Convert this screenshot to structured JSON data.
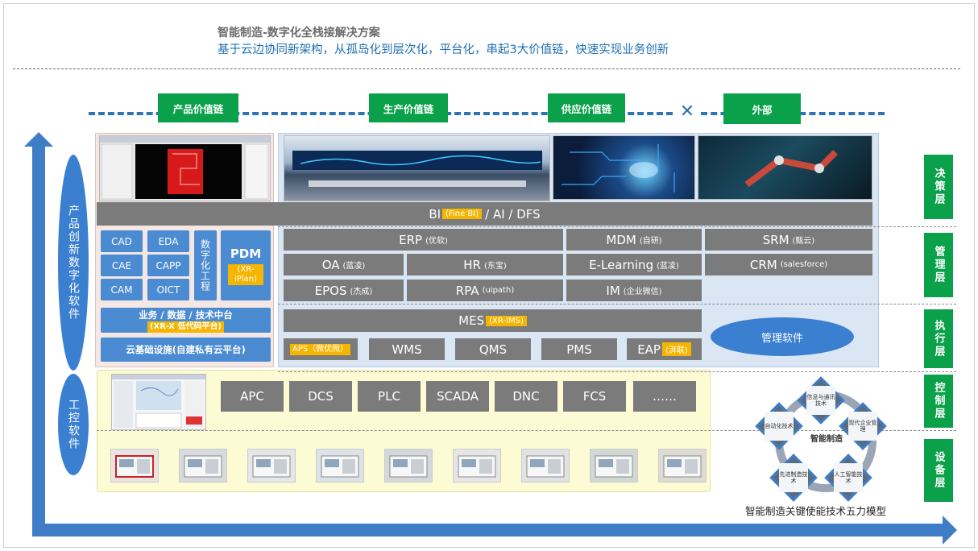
{
  "header": {
    "title": "智能制造-数字化全栈接解决方案",
    "subtitle": "基于云边协同新架构，从孤岛化到层次化，平台化，串起3大价值链，快速实现业务创新"
  },
  "chains": {
    "product": "产品价值链",
    "production": "生产价值链",
    "supply": "供应价值链",
    "external": "外部"
  },
  "layers": {
    "decision": "决策层",
    "management": "管理层",
    "execution": "执行层",
    "control": "控制层",
    "equipment": "设备层"
  },
  "left_axis": {
    "product_software": "产品创新数字化软件",
    "control_software": "工控软件"
  },
  "bi": {
    "pre": "BI",
    "tag": "(Fine BI)",
    "post": " / AI / DFS"
  },
  "product_tools": {
    "cad": "CAD",
    "eda": "EDA",
    "cae": "CAE",
    "capp": "CAPP",
    "cam": "CAM",
    "oict": "OICT",
    "digital_eng": "数字化工程",
    "pdm": "PDM",
    "pdm_tag": "(XR-iPlan)",
    "middle_platform": "业务 / 数据 / 技术中台",
    "middle_platform_tag": "(XR-X 低代码平台)",
    "cloud_infra": "云基础设施(自建私有云平台)"
  },
  "management": {
    "erp": "ERP",
    "erp_v": "(优软)",
    "mdm": "MDM",
    "mdm_v": "(自研)",
    "srm": "SRM",
    "srm_v": "(甄云)",
    "oa": "OA",
    "oa_v": "(蓝凌)",
    "hr": "HR",
    "hr_v": "(东宝)",
    "elearning": "E-Learning",
    "elearning_v": "(蓝凌)",
    "crm": "CRM",
    "crm_v": "(salesforce)",
    "epos": "EPOS",
    "epos_v": "(杰成)",
    "rpa": "RPA",
    "rpa_v": "(uipath)",
    "im": "IM",
    "im_v": "(企业微信)"
  },
  "execution": {
    "mes": "MES",
    "mes_tag": "(XR-IMS)",
    "aps": "APS（微优微）",
    "wms": "WMS",
    "qms": "QMS",
    "pms": "PMS",
    "eap": "EAP",
    "eap_tag": "(湃联)",
    "mgmt_software": "管理软件"
  },
  "control": {
    "items": [
      "APC",
      "DCS",
      "PLC",
      "SCADA",
      "DNC",
      "FCS",
      "……"
    ]
  },
  "five_force": {
    "center": "智能制造",
    "nodes": [
      "信息与通讯技术",
      "现代企业管理",
      "人工智能技术",
      "先进制造技术",
      "自动化技术"
    ],
    "caption": "智能制造关键使能技术五力模型"
  },
  "colors": {
    "green": "#0aa14a",
    "blue_box": "#4a8bd2",
    "gray_box": "#7b7b7b",
    "accent_yellow": "#f6b500",
    "title_blue": "#1f6fb5"
  }
}
